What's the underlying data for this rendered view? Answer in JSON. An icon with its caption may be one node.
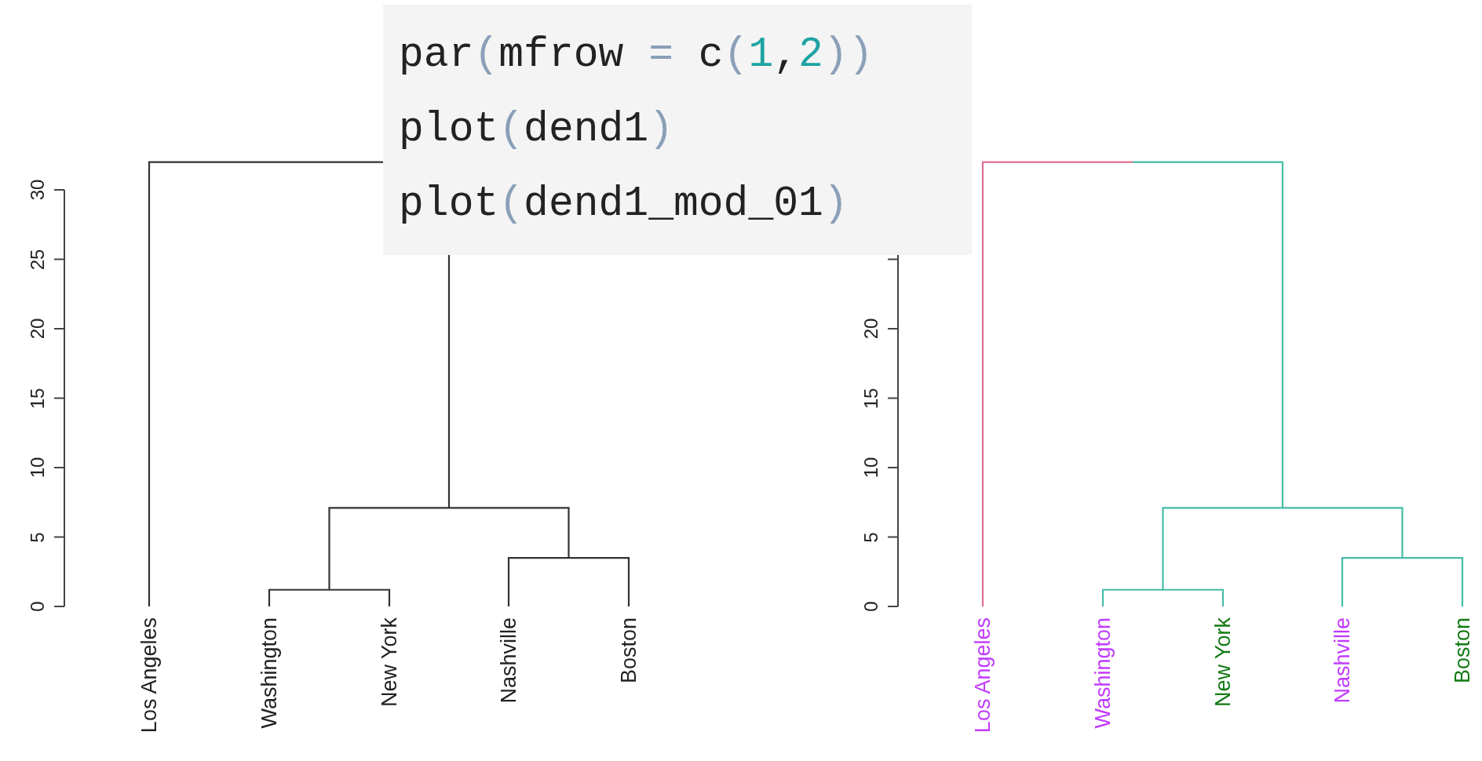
{
  "diagram": {
    "nodes": [
      {
        "text": [
          "par(mfrow = c(1,2))",
          "plot(dend1)",
          "plot(dend1_mod_01)"
        ]
      }
    ],
    "labels": [
      "0",
      "5",
      "10",
      "15",
      "20",
      "25",
      "30",
      "Los Angeles",
      "Washington",
      "New York",
      "Nashville",
      "Boston",
      "0",
      "5",
      "10",
      "15",
      "20",
      "Los Angeles",
      "Washington",
      "New York",
      "Nashville",
      "Boston"
    ]
  }
}
